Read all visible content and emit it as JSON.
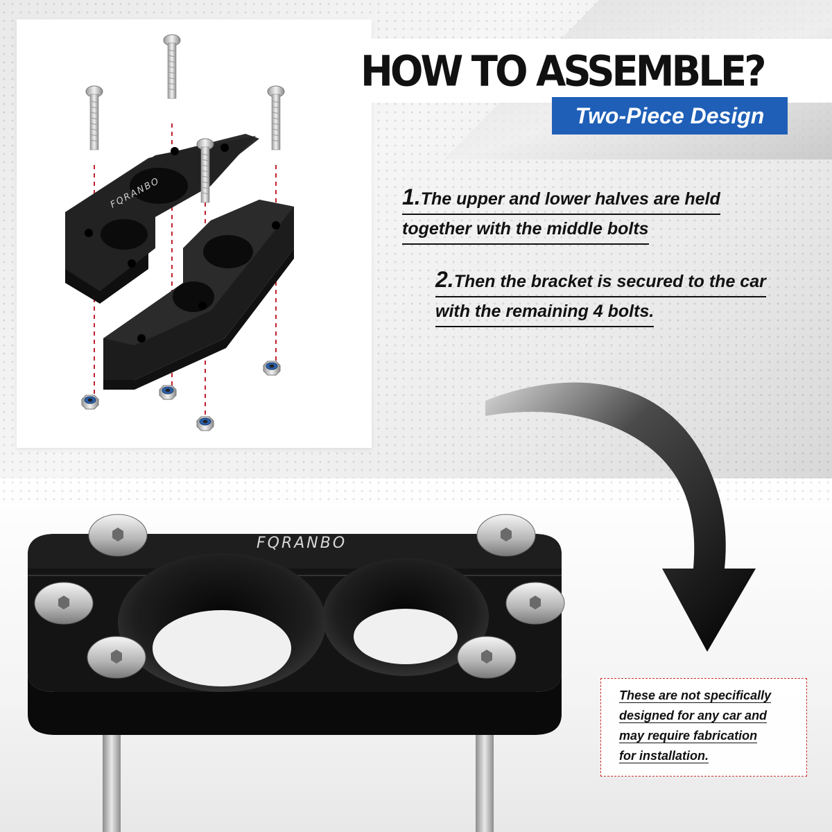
{
  "header": {
    "title": "HOW TO ASSEMBLE?",
    "subtitle": "Two-Piece Design"
  },
  "steps": [
    {
      "number": "1.",
      "line1": "The upper and lower halves are held",
      "line2": "together with the middle bolts"
    },
    {
      "number": "2.",
      "line1": "Then the bracket is secured to the car",
      "line2": "with the remaining 4 bolts."
    }
  ],
  "brand": {
    "logo_exploded": "FQRANBO",
    "logo_assembled": "FQRANBO"
  },
  "notice": {
    "lines": [
      "These are not specifically",
      "designed for any car and",
      "may require fabrication",
      "for installation."
    ]
  },
  "colors": {
    "accent_blue": "#1f5fb7",
    "bracket_black": "#1a1a1a",
    "guide_red": "#c0202a",
    "notice_border": "#c9302c"
  },
  "icons": [
    "bolt-icon",
    "nut-icon",
    "curved-arrow-icon"
  ]
}
